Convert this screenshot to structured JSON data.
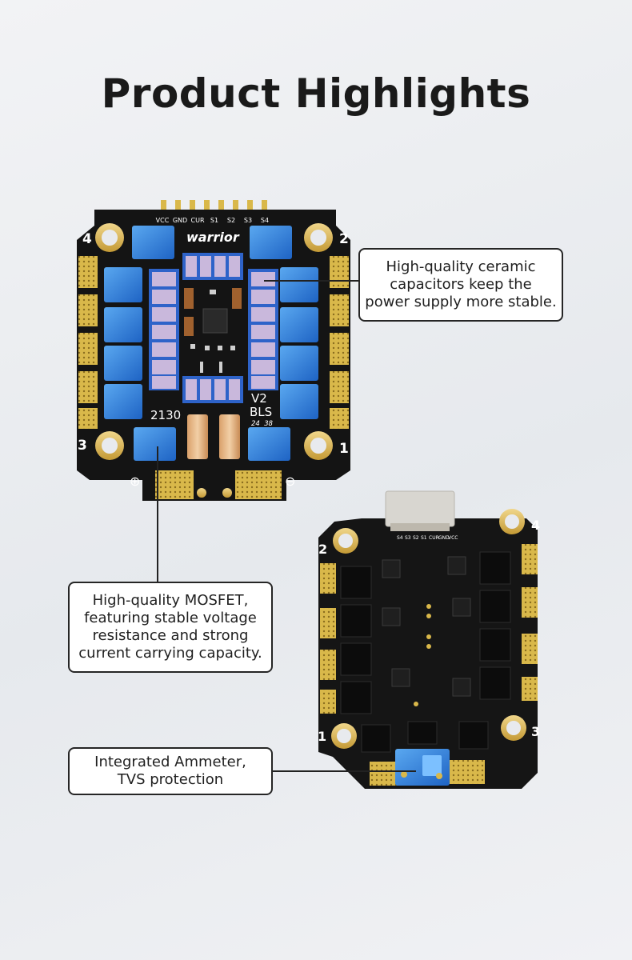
{
  "header": {
    "title": "Product Highlights"
  },
  "board_top": {
    "pin_labels": [
      "VCC",
      "GND",
      "CUR",
      "S1",
      "S2",
      "S3",
      "S4"
    ],
    "brand": "warrior",
    "model": "2130",
    "version": "V2",
    "firmware": "BLS",
    "batch_code": "24 38",
    "corner_numbers": [
      "4",
      "2",
      "3",
      "1"
    ],
    "pad_symbols": [
      "⊕",
      "⊖"
    ]
  },
  "board_bottom": {
    "corner_numbers": [
      "2",
      "4",
      "1",
      "3"
    ],
    "connector_labels": [
      "S4",
      "S3",
      "S2",
      "S1",
      "CUR",
      "GND",
      "VCC"
    ]
  },
  "callouts": {
    "capacitors": {
      "line1": "High-quality ceramic",
      "line2": "capacitors keep the",
      "line3": "power supply more stable."
    },
    "mosfet": {
      "line1": "High-quality MOSFET,",
      "line2": "featuring stable voltage",
      "line3": "resistance and strong",
      "line4": "current carrying capacity."
    },
    "ammeter": {
      "line1": "Integrated Ammeter,",
      "line2": "TVS protection"
    }
  },
  "colors": {
    "pcb": "#141414",
    "gold": "#d9b84a",
    "mosfet_blue": "#2f7fd6",
    "capacitor": "#c9b8dc"
  }
}
